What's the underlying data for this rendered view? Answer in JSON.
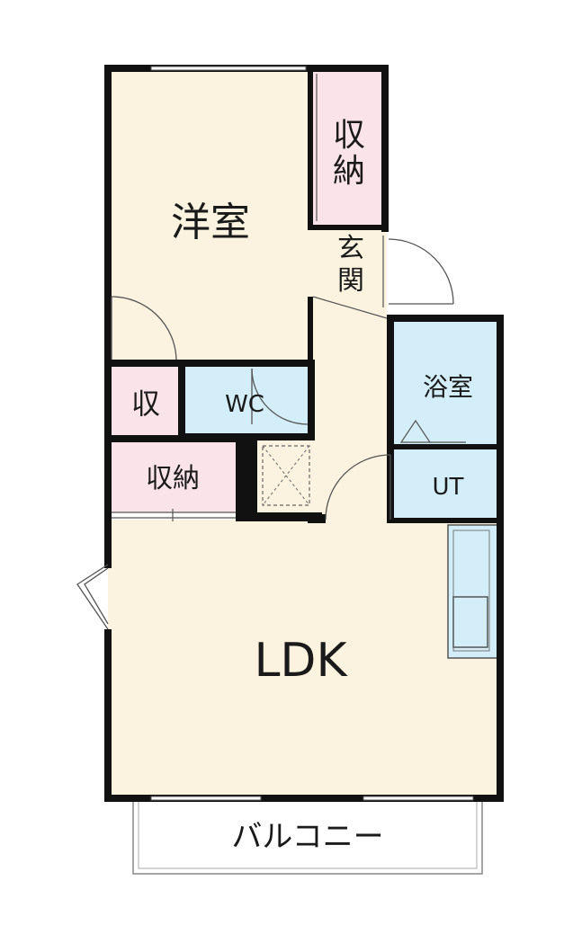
{
  "rooms": {
    "western_room": {
      "label": "洋室",
      "color": "#fbf3df"
    },
    "closet_top": {
      "label_line1": "収",
      "label_line2": "納",
      "color": "#fbe3ea"
    },
    "entrance": {
      "label_line1": "玄",
      "label_line2": "関",
      "color": "#fbf3df"
    },
    "bathroom": {
      "label": "浴室",
      "color": "#d3eef8"
    },
    "storage_small": {
      "label": "収",
      "color": "#fbe3ea"
    },
    "toilet": {
      "label": "WC",
      "color": "#d3eef8"
    },
    "closet_mid": {
      "label": "収納",
      "color": "#fbe3ea"
    },
    "utility": {
      "label": "UT",
      "color": "#d3eef8"
    },
    "ldk": {
      "label": "LDK",
      "color": "#fbf3df"
    },
    "balcony": {
      "label": "バルコニー",
      "color": "#ffffff"
    }
  },
  "colors": {
    "wall": "#111111",
    "window": "#ffffff",
    "thin_line": "#555555",
    "kitchen": "#d3eef8"
  }
}
